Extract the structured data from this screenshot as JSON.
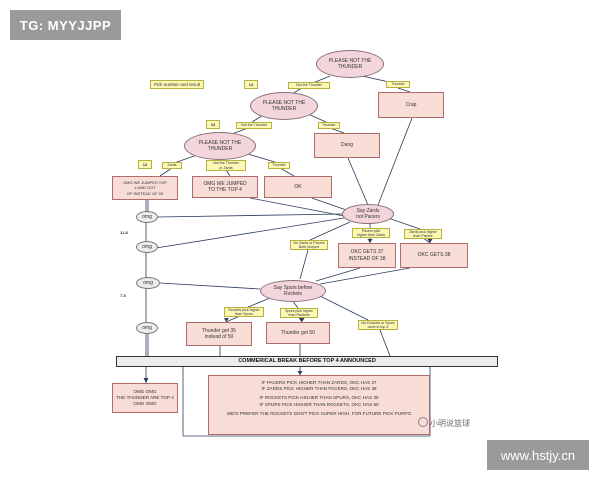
{
  "watermark_top_left": "TG: MYYJJPP",
  "watermark_bottom_right": "www.hstjy.cn",
  "watermark_center": "小明说篮球",
  "pick_note": "Pick number and result",
  "numbers": {
    "n14": "14",
    "n13": "13",
    "n12": "12",
    "n11_8": "11-8",
    "n7_5": "7-5"
  },
  "ovals": {
    "q1": "PLEASE NOT THE\nTHUNDER",
    "q2": "PLEASE NOT THE\nTHUNDER",
    "q3": "PLEASE NOT THE\nTHUNDER",
    "zards_pacers": "Say Zards\nnot Pacers",
    "spurs_rockets": "Say Spurs before\nRockets",
    "omg1": "omg",
    "omg2": "omg",
    "omg3": "omg",
    "omg4": "omg"
  },
  "conditions": {
    "c1": "Not the Thunder",
    "c2": "Thunder",
    "c3": "Not the Thunder",
    "c4": "Thunder",
    "c5": "Zards",
    "c6": "Not the Thunder\nor Zards",
    "c7": "Thunder",
    "c8": "Pacers pick\nhigher than Zards",
    "c9": "Zards pick higher\nthan Pacers",
    "c10": "No Zards or Pacers\nBoth jumped",
    "c11": "Rockets pick higher\nthan Spurs",
    "c12": "Spurs pick higher\nthan Rockets",
    "c13": "No Rockets or Spurs\ndone in top 4"
  },
  "results": {
    "crap": "Crap",
    "dang": "Dang",
    "ok": "OK",
    "omg_jumped_top4_notsure": "OMG WE JUMPED TOP\n4 AND GOT\nOF INSTEAD OF 50",
    "omg_jumped": "OMG WE JUMPED\nTO THE TOP 4",
    "okc_37": "OKC GETS 37\nINSTEAD OF 38",
    "okc_38": "OKC GETS 38",
    "thunder_35": "Thunder get 35\ninstead of 50",
    "thunder_50": "Thunder get 50",
    "omg_top4": "OMG OMG\nTHE THUNDER ARE TOP 4\nOMG OMG"
  },
  "banner": "COMMERICAL BREAK BEFORE TOP 4 ANNOUNCED",
  "summary": [
    "IF PACERS PICK HIGHER THAN ZARDS, OKC HAS 37",
    "IF ZARDS PICK HIGHER THAN PACERS, OKC HAS 38",
    "IF ROCKETS PICK HIGHER THAN SPURS, OKC HAS 35",
    "IF SPURS PICK HIGHER THAN ROCKETS, OKC HAS 50",
    "WE'D PREFER THE ROCKETS DON'T PICK SUPER HIGH, FOR FUTURE PICK PURPO"
  ]
}
